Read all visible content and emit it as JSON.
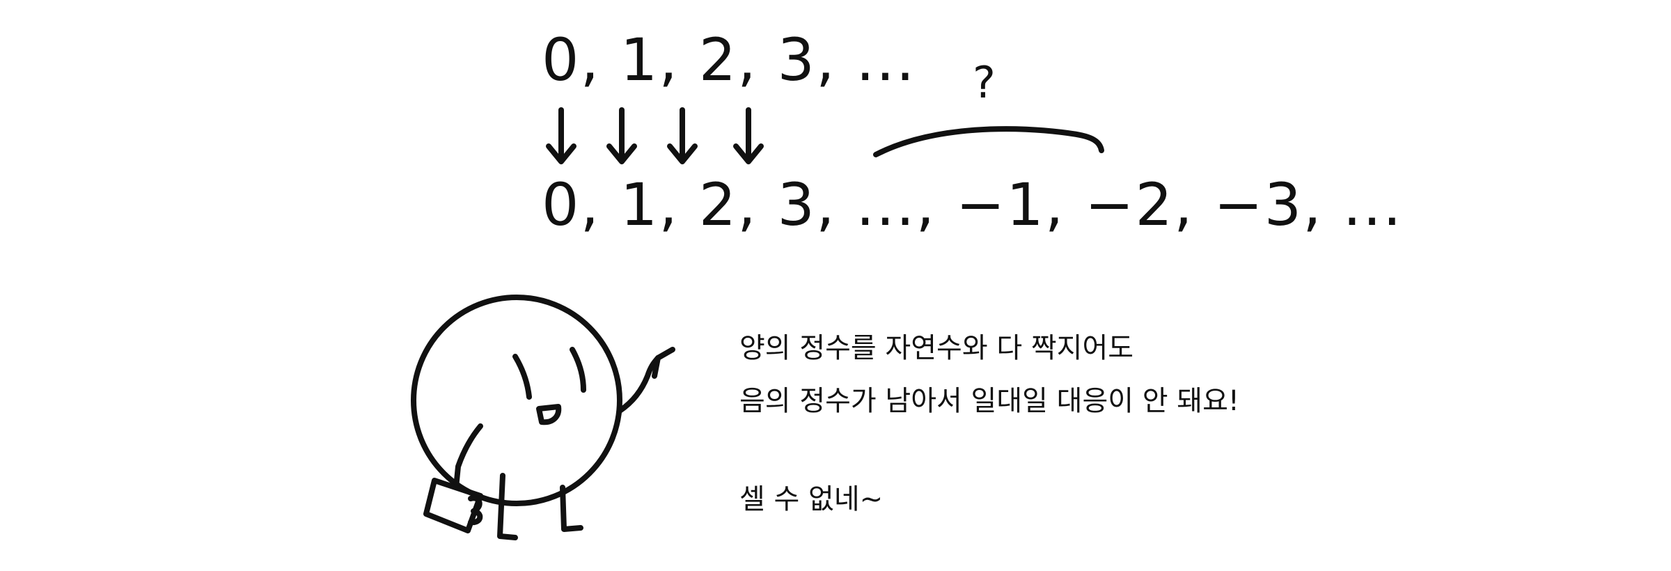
{
  "diagram": {
    "top_sequence": "0, 1, 2, 3, ...",
    "bottom_sequence": "0, 1, 2, 3, ..., −1, −2, −3, ...",
    "question_mark": "?",
    "arrow_icon": "down-arrow-icon",
    "brace_icon": "curved-brace"
  },
  "speech": {
    "line1": "양의 정수를 자연수와 다 짝지어도",
    "line2": "음의 정수가 남아서 일대일 대응이 안 돼요!",
    "line3": "셀 수 없네~"
  },
  "character": {
    "icon": "stick-figure-character"
  },
  "colors": {
    "ink": "#111111",
    "background": "#ffffff"
  }
}
